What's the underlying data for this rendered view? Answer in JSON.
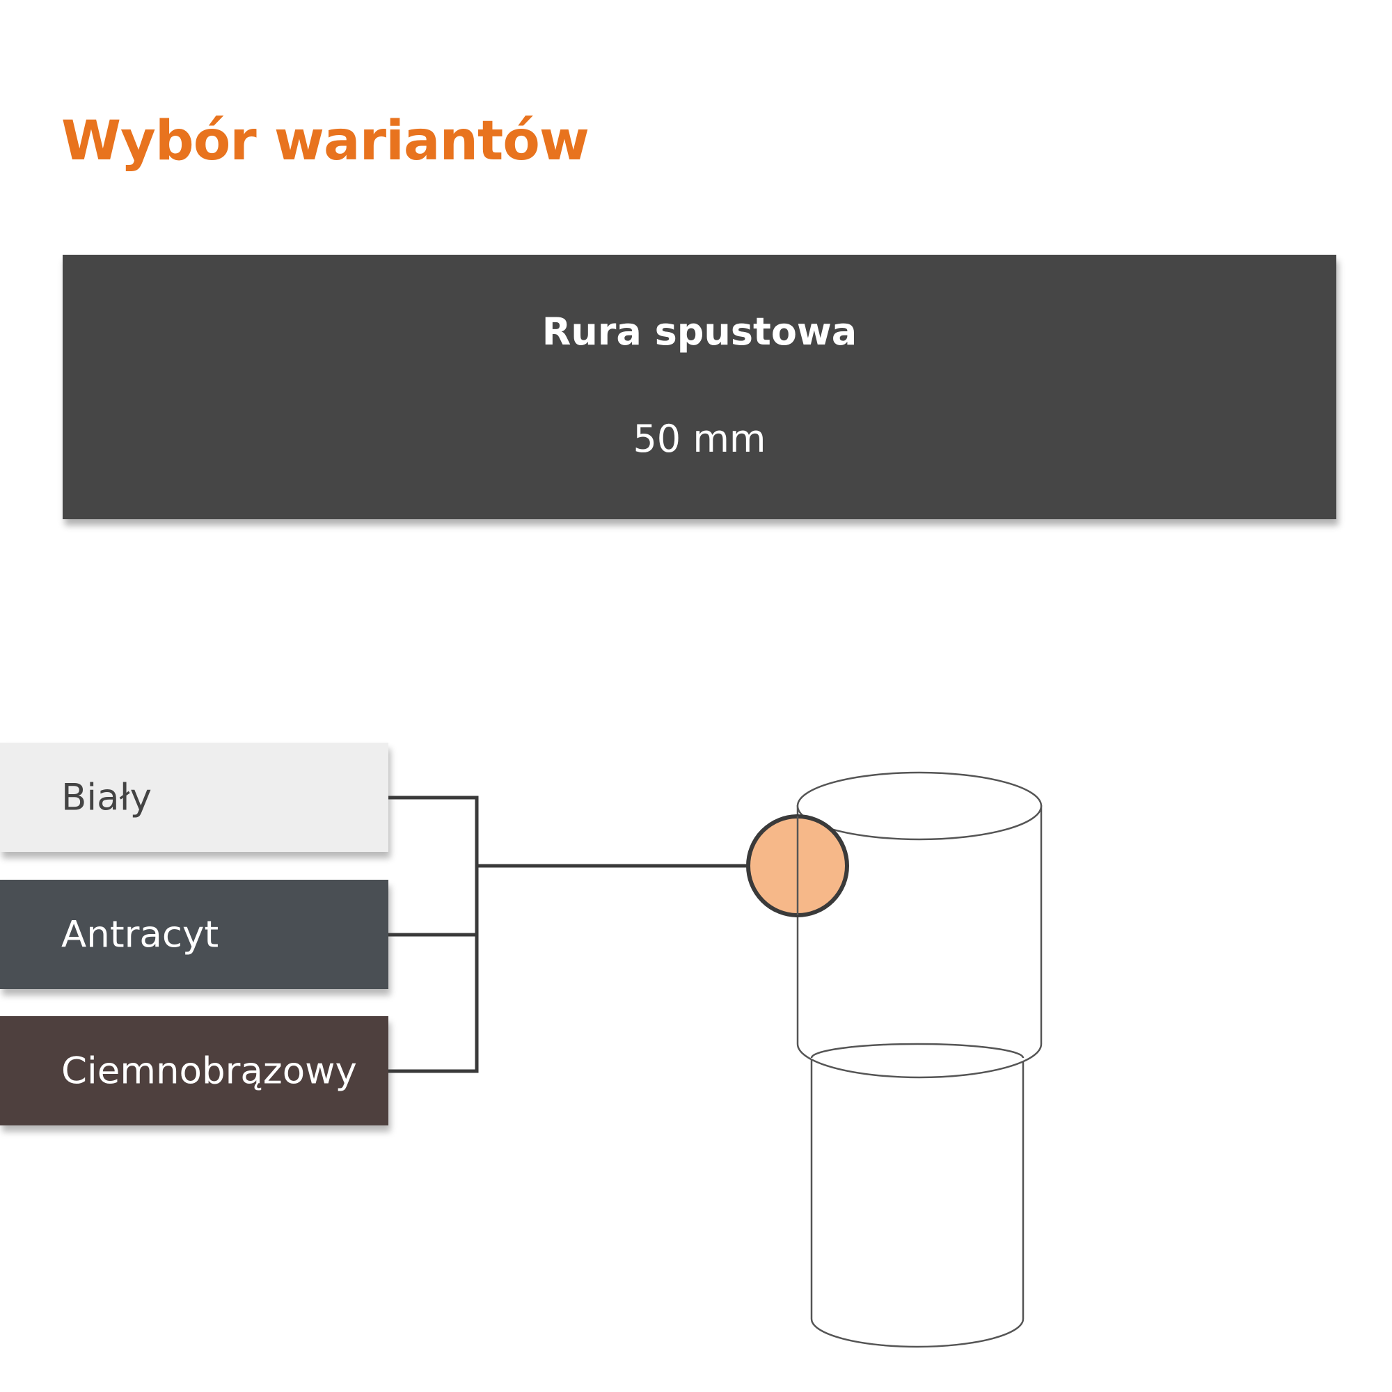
{
  "heading": {
    "title": "Wybór wariantów"
  },
  "banner": {
    "product": "Rura spustowa",
    "size": "50 mm"
  },
  "variants": [
    {
      "label": "Biały",
      "bg": "#eeeeee",
      "fg": "#444444"
    },
    {
      "label": "Antracyt",
      "bg": "#4a4f54",
      "fg": "#ffffff"
    },
    {
      "label": "Ciemnobrązowy",
      "bg": "#4e403e",
      "fg": "#ffffff"
    }
  ],
  "colors": {
    "accent": "#e8731e",
    "banner_bg": "#464646",
    "banner_fg": "#ffffff",
    "connector": "#3a3a3a",
    "marker_fill": "#f6b889",
    "outline": "#555555"
  },
  "icons": {
    "marker": "selection-circle-icon",
    "product": "downpipe-outline-icon"
  }
}
